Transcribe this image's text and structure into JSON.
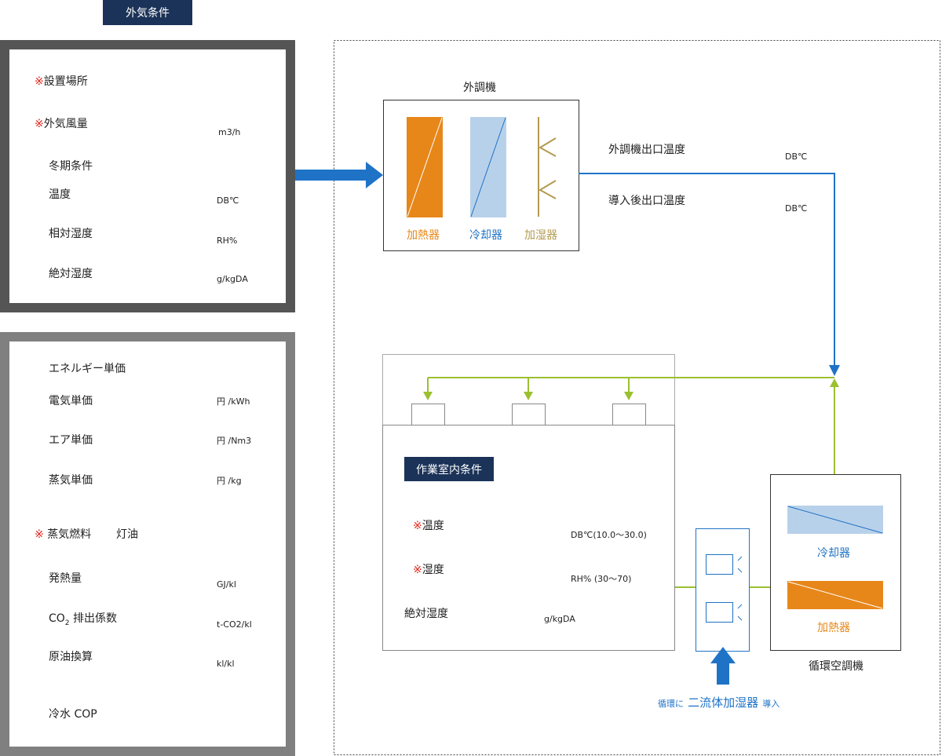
{
  "outdoor": {
    "tag": "外気条件",
    "mark": "※",
    "install_place": "設置場所",
    "air_volume": "外気風量",
    "air_volume_unit": "m3/h",
    "winter": "冬期条件",
    "temp": "温度",
    "temp_unit": "DB℃",
    "rh": "相対湿度",
    "rh_unit": "RH%",
    "ah": "絶対湿度",
    "ah_unit": "g/kgDA"
  },
  "energy": {
    "title": "エネルギー単価",
    "elec": "電気単価",
    "elec_unit": "円 /kWh",
    "air": "エア単価",
    "air_unit": "円 /Nm3",
    "steam": "蒸気単価",
    "steam_unit": "円 /kg",
    "mark": "※",
    "fuel": "蒸気燃料",
    "fuel_value": "灯油",
    "heat": "発熱量",
    "heat_unit": "GJ/kl",
    "co2_pre": "CO",
    "co2_sub": "2",
    "co2_post": " 排出係数",
    "co2_unit": "t-CO2/kl",
    "crude": "原油換算",
    "crude_unit": "kl/kl",
    "cop": "冷水 COP"
  },
  "oac": {
    "title": "外調機",
    "heater": "加熱器",
    "cooler": "冷却器",
    "humidifier": "加湿器",
    "outlet_temp": "外調機出口温度",
    "outlet_unit": "DB℃",
    "after_temp": "導入後出口温度",
    "after_unit": "DB℃"
  },
  "room": {
    "tag": "作業室内条件",
    "mark": "※",
    "temp": "温度",
    "temp_unit": "DB℃(10.0〜30.0)",
    "rh": "湿度",
    "rh_unit": "RH% (30〜70)",
    "ah": "絶対湿度",
    "ah_unit": "g/kgDA"
  },
  "circ": {
    "title": "循環空調機",
    "cooler": "冷却器",
    "heater": "加熱器"
  },
  "intro": {
    "pre": "循環に",
    "main": "二流体加湿器",
    "post": "導入"
  },
  "colors": {
    "navy": "#1b3358",
    "blue": "#1f73c6",
    "light_blue": "#b8d1ea",
    "orange": "#e7871a",
    "gold": "#b39a50",
    "green": "#9bc030",
    "mark_red": "#e0281e"
  }
}
